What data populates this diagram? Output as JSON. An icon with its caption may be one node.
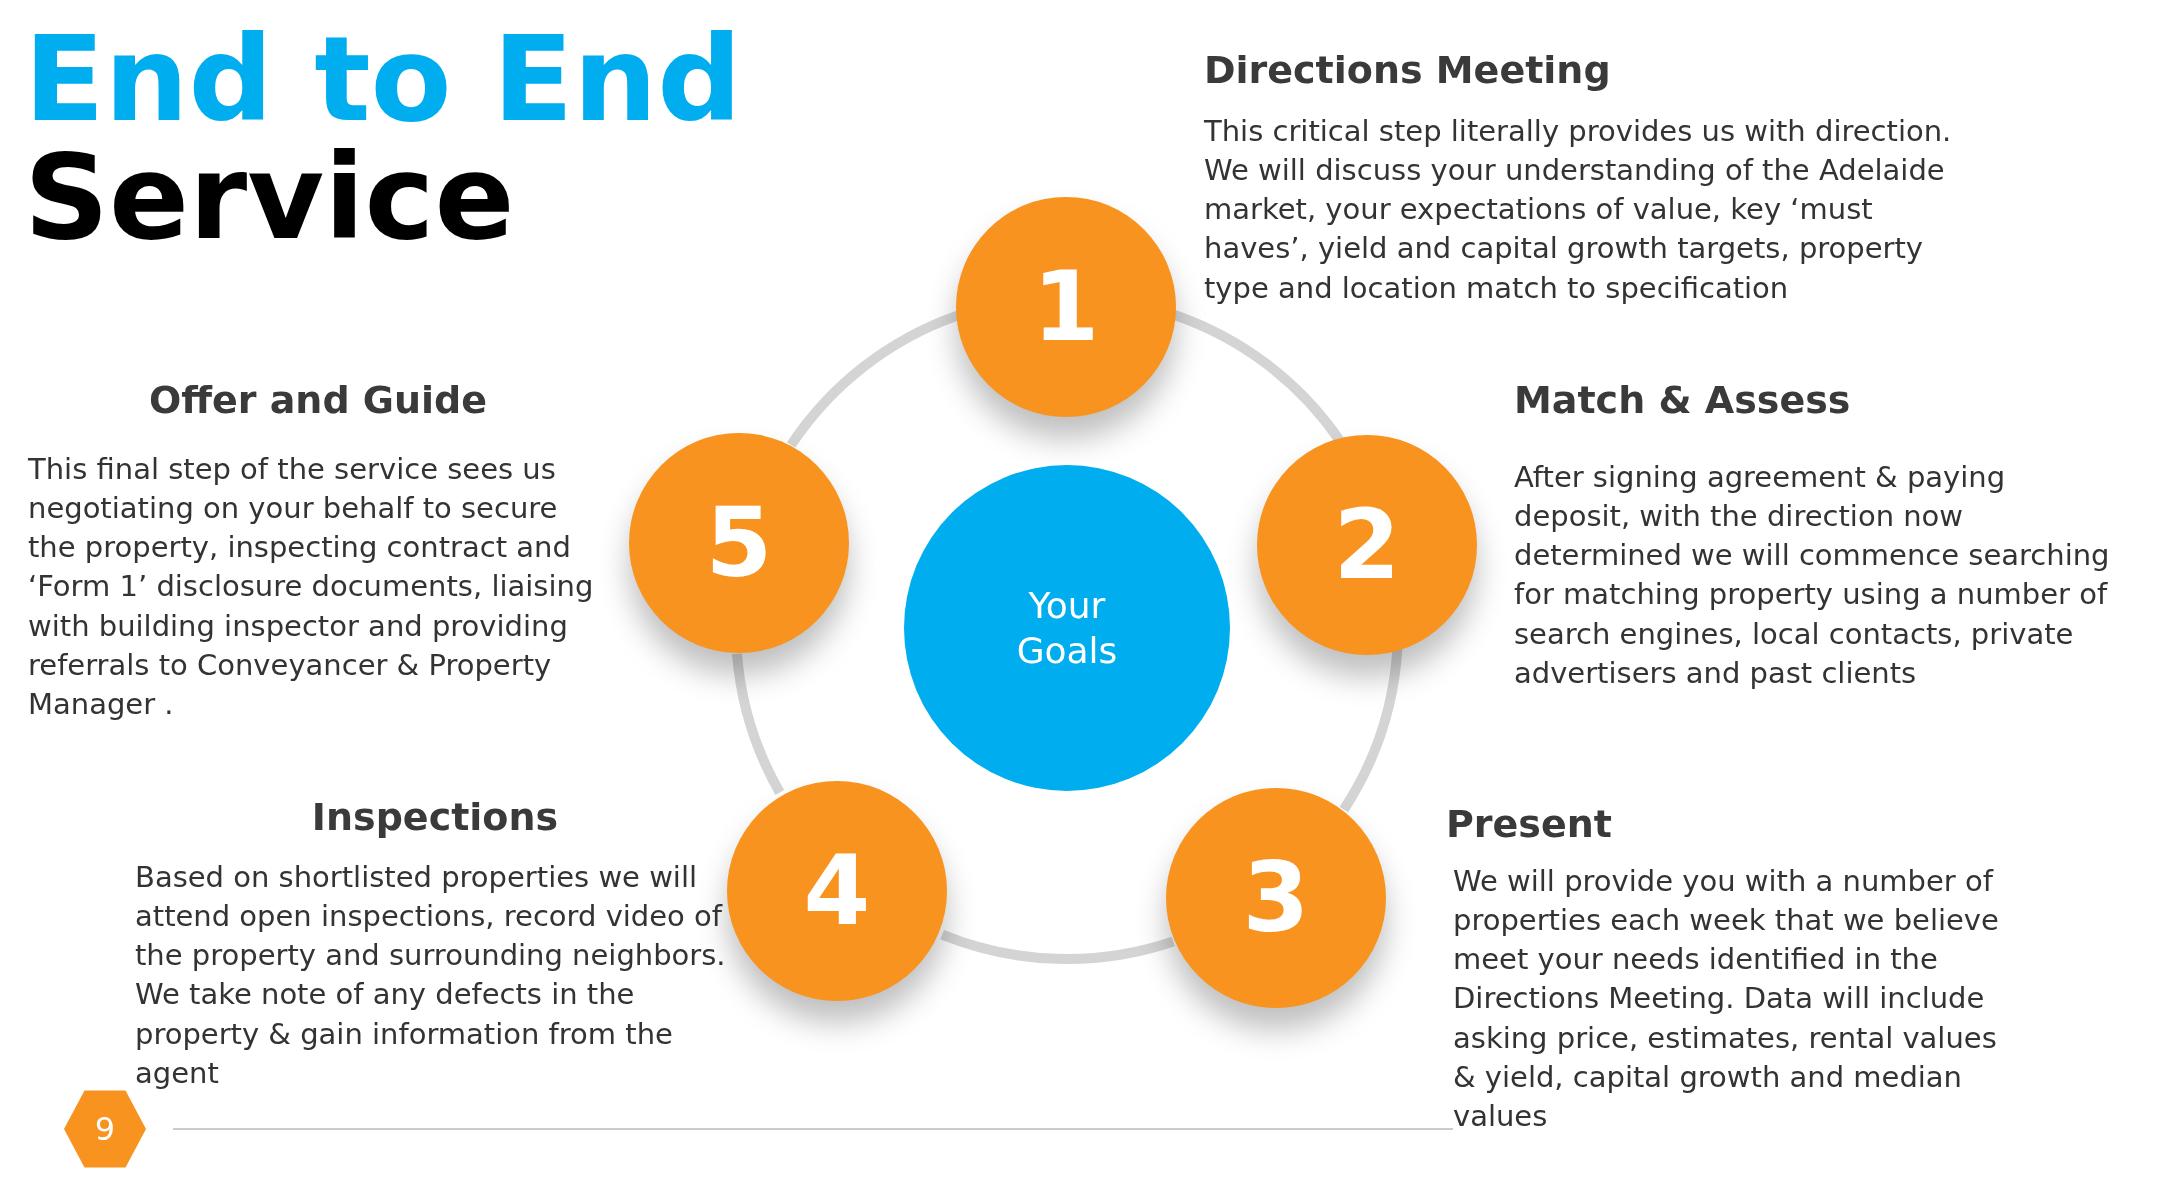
{
  "diagram": {
    "title": "End to End Service",
    "nodes": [
      {
        "text": [
          "Your Goals"
        ]
      },
      {
        "text": [
          "1"
        ],
        "beside": [
          "Directions Meeting",
          "This critical step literally provides us with direction. We will discuss your understanding of the Adelaide market, your expectations of value, key ‘must haves’, yield and capital growth targets, property type and location match to specification"
        ]
      },
      {
        "text": [
          "2"
        ],
        "beside": [
          "Match & Assess",
          "After signing agreement & paying deposit, with the direction now determined we will commence searching for matching property using a number of search engines, local contacts, private advertisers and past clients"
        ]
      },
      {
        "text": [
          "3"
        ],
        "beside": [
          "Present",
          "We will provide you with a number of properties each week that we believe meet your needs identified in the Directions Meeting.  Data will include asking price, estimates, rental values & yield, capital growth and median values"
        ]
      },
      {
        "text": [
          "4"
        ],
        "beside": [
          "Inspections",
          "Based on shortlisted properties we will attend open inspections, record video of the property and surrounding neighbors. We take note of any defects in the property & gain information from the agent"
        ]
      },
      {
        "text": [
          "5"
        ],
        "beside": [
          "Offer and Guide",
          "This final step of the service sees us negotiating on your behalf to secure the property, inspecting contract and ‘Form 1’ disclosure documents, liaising with building inspector and providing referrals to Conveyancer & Property Manager ."
        ]
      }
    ],
    "edges": [
      {
        "from": 1,
        "to": 2,
        "arrow": "none"
      },
      {
        "from": 2,
        "to": 3,
        "arrow": "none"
      },
      {
        "from": 3,
        "to": 4,
        "arrow": "none"
      },
      {
        "from": 4,
        "to": 5,
        "arrow": "none"
      },
      {
        "from": 5,
        "to": 1,
        "arrow": "none"
      }
    ],
    "labels": [
      "9"
    ]
  }
}
